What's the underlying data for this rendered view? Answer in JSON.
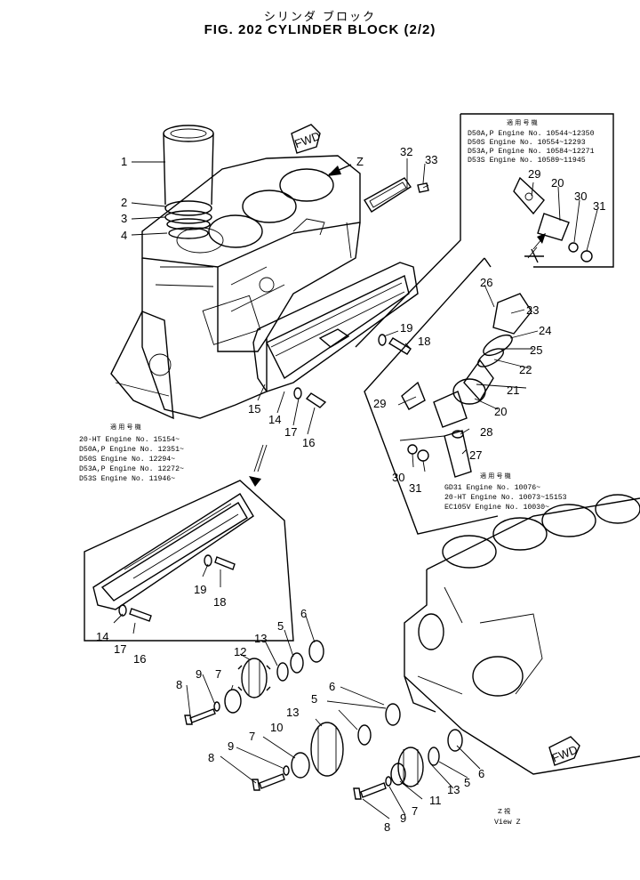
{
  "header": {
    "title_jp": "シリンダ ブロック",
    "title": "FIG. 202  CYLINDER  BLOCK  (2/2)"
  },
  "callouts": {
    "c1": "1",
    "c2": "2",
    "c3": "3",
    "c4": "4",
    "c5a": "5",
    "c5b": "5",
    "c5c": "5",
    "c6a": "6",
    "c6b": "6",
    "c6c": "6",
    "c7a": "7",
    "c7b": "7",
    "c7c": "7",
    "c8a": "8",
    "c8b": "8",
    "c8c": "8",
    "c9a": "9",
    "c9b": "9",
    "c9c": "9",
    "c10": "10",
    "c11": "11",
    "c12": "12",
    "c13a": "13",
    "c13b": "13",
    "c13c": "13",
    "c14a": "14",
    "c14b": "14",
    "c15": "15",
    "c16a": "16",
    "c16b": "16",
    "c17a": "17",
    "c17b": "17",
    "c18a": "18",
    "c18b": "18",
    "c19a": "19",
    "c19b": "19",
    "c20a": "20",
    "c20b": "20",
    "c21": "21",
    "c22": "22",
    "c23": "23",
    "c24": "24",
    "c25": "25",
    "c26": "26",
    "c27": "27",
    "c28": "28",
    "c29a": "29",
    "c29b": "29",
    "c30a": "30",
    "c30b": "30",
    "c31a": "31",
    "c31b": "31",
    "c32": "32",
    "c33": "33"
  },
  "labels": {
    "fwd_top": "FWD",
    "fwd_bottom": "FWD",
    "z_arrow": "Z",
    "view_z_jp": "Z  視",
    "view_z": "View Z"
  },
  "notes": {
    "applicable_header": "適 用 号 機",
    "top_right": [
      "D50A,P  Engine No. 10544~12350",
      "D50S    Engine No. 10554~12293",
      "D53A,P  Engine No. 10584~12271",
      "D53S    Engine No. 10589~11945"
    ],
    "left": [
      "20-HT   Engine No. 15154~",
      "D50A,P  Engine No. 12351~",
      "D50S    Engine No. 12294~",
      "D53A,P  Engine No. 12272~",
      "D53S    Engine No. 11946~"
    ],
    "middle_right": [
      "GD31    Engine No. 10076~",
      "20-HT   Engine No. 10073~15153",
      "EC105V  Engine No. 10030~"
    ]
  }
}
